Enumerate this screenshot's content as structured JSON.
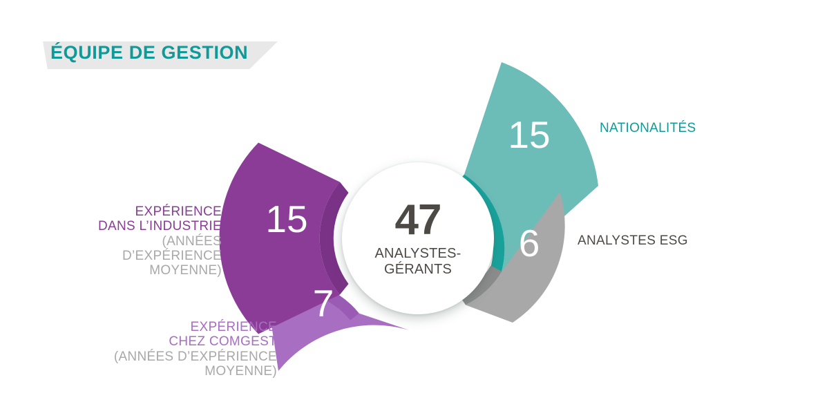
{
  "header": {
    "title": "ÉQUIPE DE GESTION",
    "title_color": "#0f9a99",
    "banner_color": "#e8e8e8"
  },
  "center": {
    "value": "47",
    "caption_line1": "ANALYSTES-",
    "caption_line2": "GÉRANTS",
    "text_color": "#4d4a45",
    "background": "#ffffff"
  },
  "chart_data": {
    "type": "pie",
    "title": "ÉQUIPE DE GESTION",
    "center_label": "47 ANALYSTES-GÉRANTS",
    "legend_position": "outside",
    "segments": [
      {
        "id": "nationalites",
        "value": 15,
        "value_text": "15",
        "label": "NATIONALITÉS",
        "sublabel": "",
        "color": "#6cbcb8",
        "accent_color": "#17a39c",
        "label_color": "#0f9a99"
      },
      {
        "id": "analystes-esg",
        "value": 6,
        "value_text": "6",
        "label": "ANALYSTES ESG",
        "sublabel": "",
        "color": "#a8a8a8",
        "accent_color": "#8c8c8c",
        "label_color": "#4d4a45"
      },
      {
        "id": "experience-industrie",
        "value": 15,
        "value_text": "15",
        "label_line1": "EXPÉRIENCE",
        "label_line2": "DANS L’INDUSTRIE",
        "sub_line1": "(ANNÉES",
        "sub_line2": "D’EXPÉRIENCE",
        "sub_line3": "MOYENNE)",
        "color": "#8a3c97",
        "accent_color": "#7a3287",
        "label_color": "#8a3c97",
        "sub_color": "#a8a8a8"
      },
      {
        "id": "experience-comgest",
        "value": 7,
        "value_text": "7",
        "label_line1": "EXPÉRIENCE",
        "label_line2": "CHEZ COMGEST",
        "sub_line1": "(ANNÉES D’EXPÉRIENCE",
        "sub_line2": "MOYENNE)",
        "color": "#a86ec2",
        "accent_color": "#9a5bb5",
        "label_color": "#a86ec2",
        "sub_color": "#a8a8a8"
      }
    ]
  }
}
